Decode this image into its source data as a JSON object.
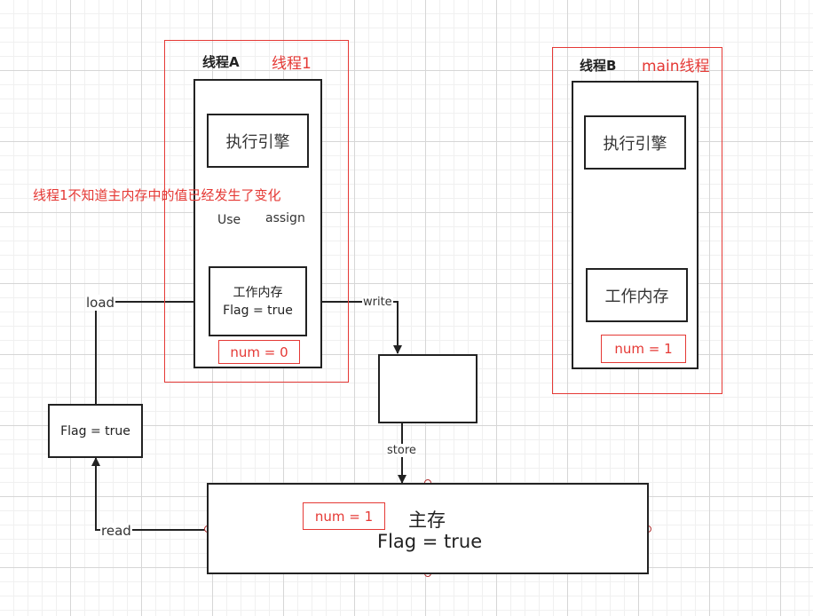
{
  "thread_a": {
    "title": "线程A",
    "alias": "线程1",
    "engine": "执行引擎",
    "work_memory": "工作内存",
    "flag": "Flag = true",
    "num": "num = 0"
  },
  "thread_b": {
    "title": "线程B",
    "alias": "main线程",
    "engine": "执行引擎",
    "work_memory": "工作内存",
    "num": "num = 1"
  },
  "note": "线程1不知道主内存中的值已经发生了变化",
  "flag_box": "Flag = true",
  "main_memory": {
    "title": "主存",
    "flag": "Flag = true",
    "num": "num = 1"
  },
  "labels": {
    "use": "Use",
    "assign": "assign",
    "load": "load",
    "write": "write",
    "store": "store",
    "read": "read"
  }
}
